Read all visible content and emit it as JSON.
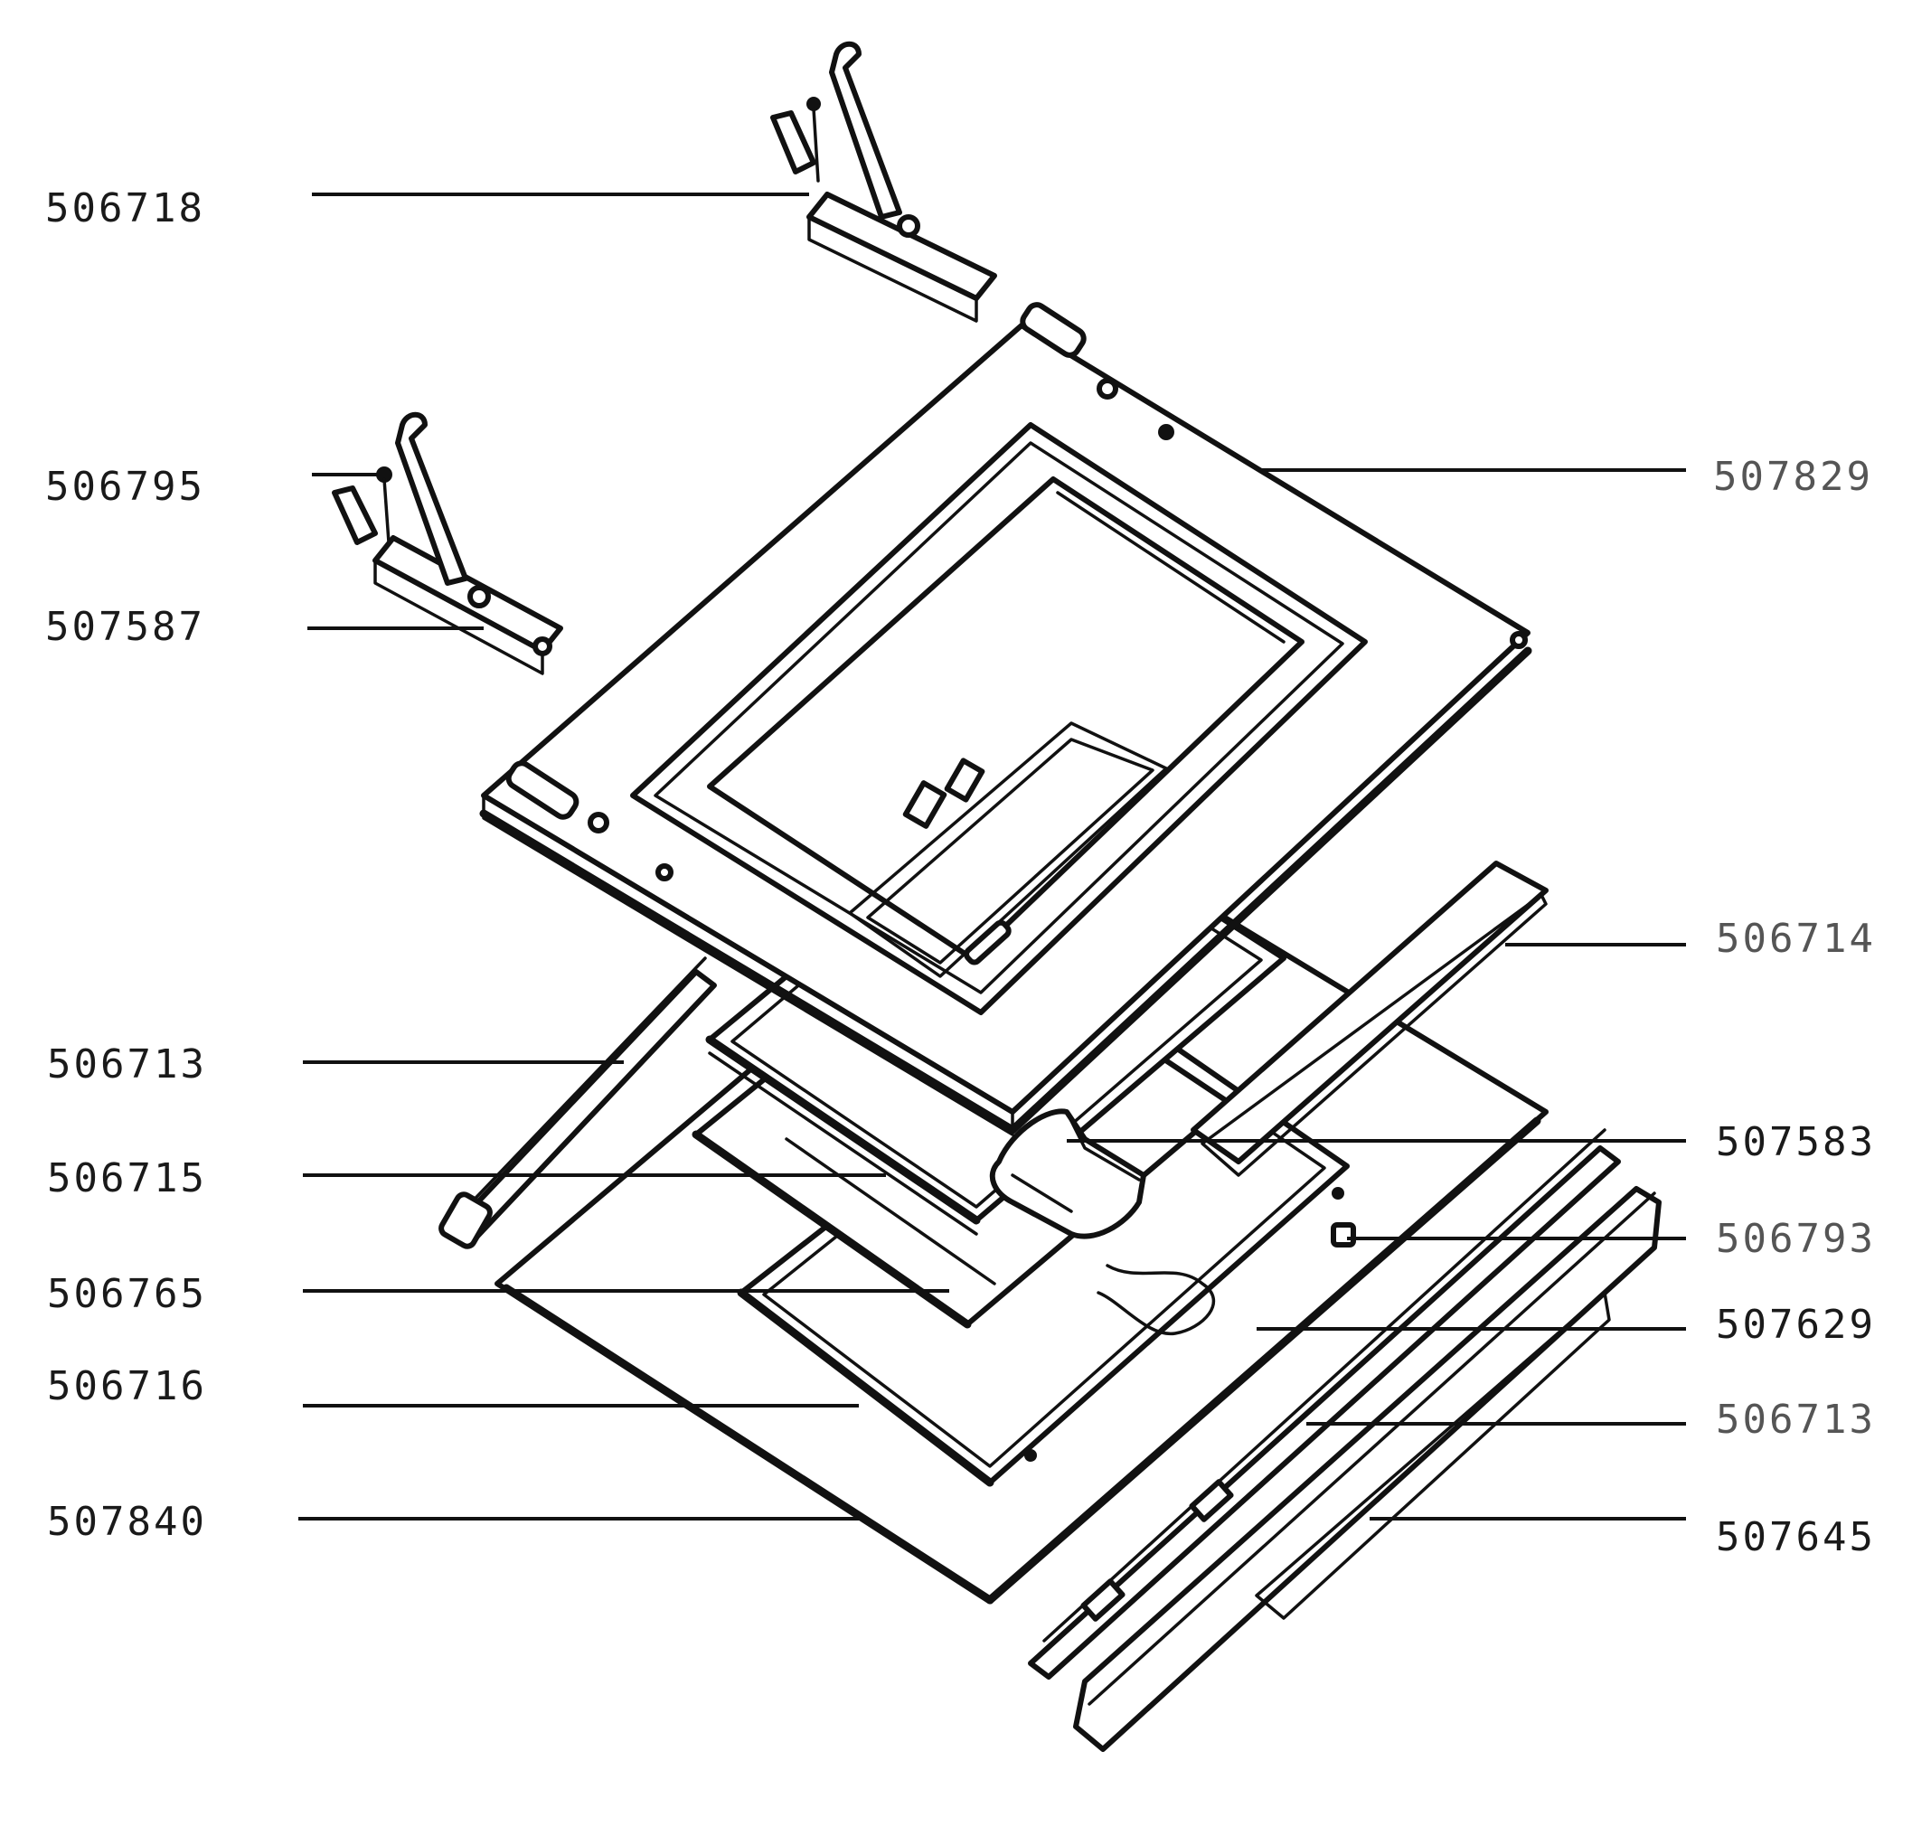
{
  "labels": {
    "left": [
      {
        "code": "506718",
        "name": "lbl-506718"
      },
      {
        "code": "506795",
        "name": "lbl-506795"
      },
      {
        "code": "507587",
        "name": "lbl-507587"
      },
      {
        "code": "506713",
        "name": "lbl-506713-left"
      },
      {
        "code": "506715",
        "name": "lbl-506715"
      },
      {
        "code": "506765",
        "name": "lbl-506765"
      },
      {
        "code": "506716",
        "name": "lbl-506716"
      },
      {
        "code": "507840",
        "name": "lbl-507840"
      }
    ],
    "right": [
      {
        "code": "507829",
        "name": "lbl-507829"
      },
      {
        "code": "506714",
        "name": "lbl-506714"
      },
      {
        "code": "507583",
        "name": "lbl-507583"
      },
      {
        "code": "506793",
        "name": "lbl-506793"
      },
      {
        "code": "507629",
        "name": "lbl-507629"
      },
      {
        "code": "506713",
        "name": "lbl-506713-right"
      },
      {
        "code": "507645",
        "name": "lbl-507645"
      }
    ]
  }
}
